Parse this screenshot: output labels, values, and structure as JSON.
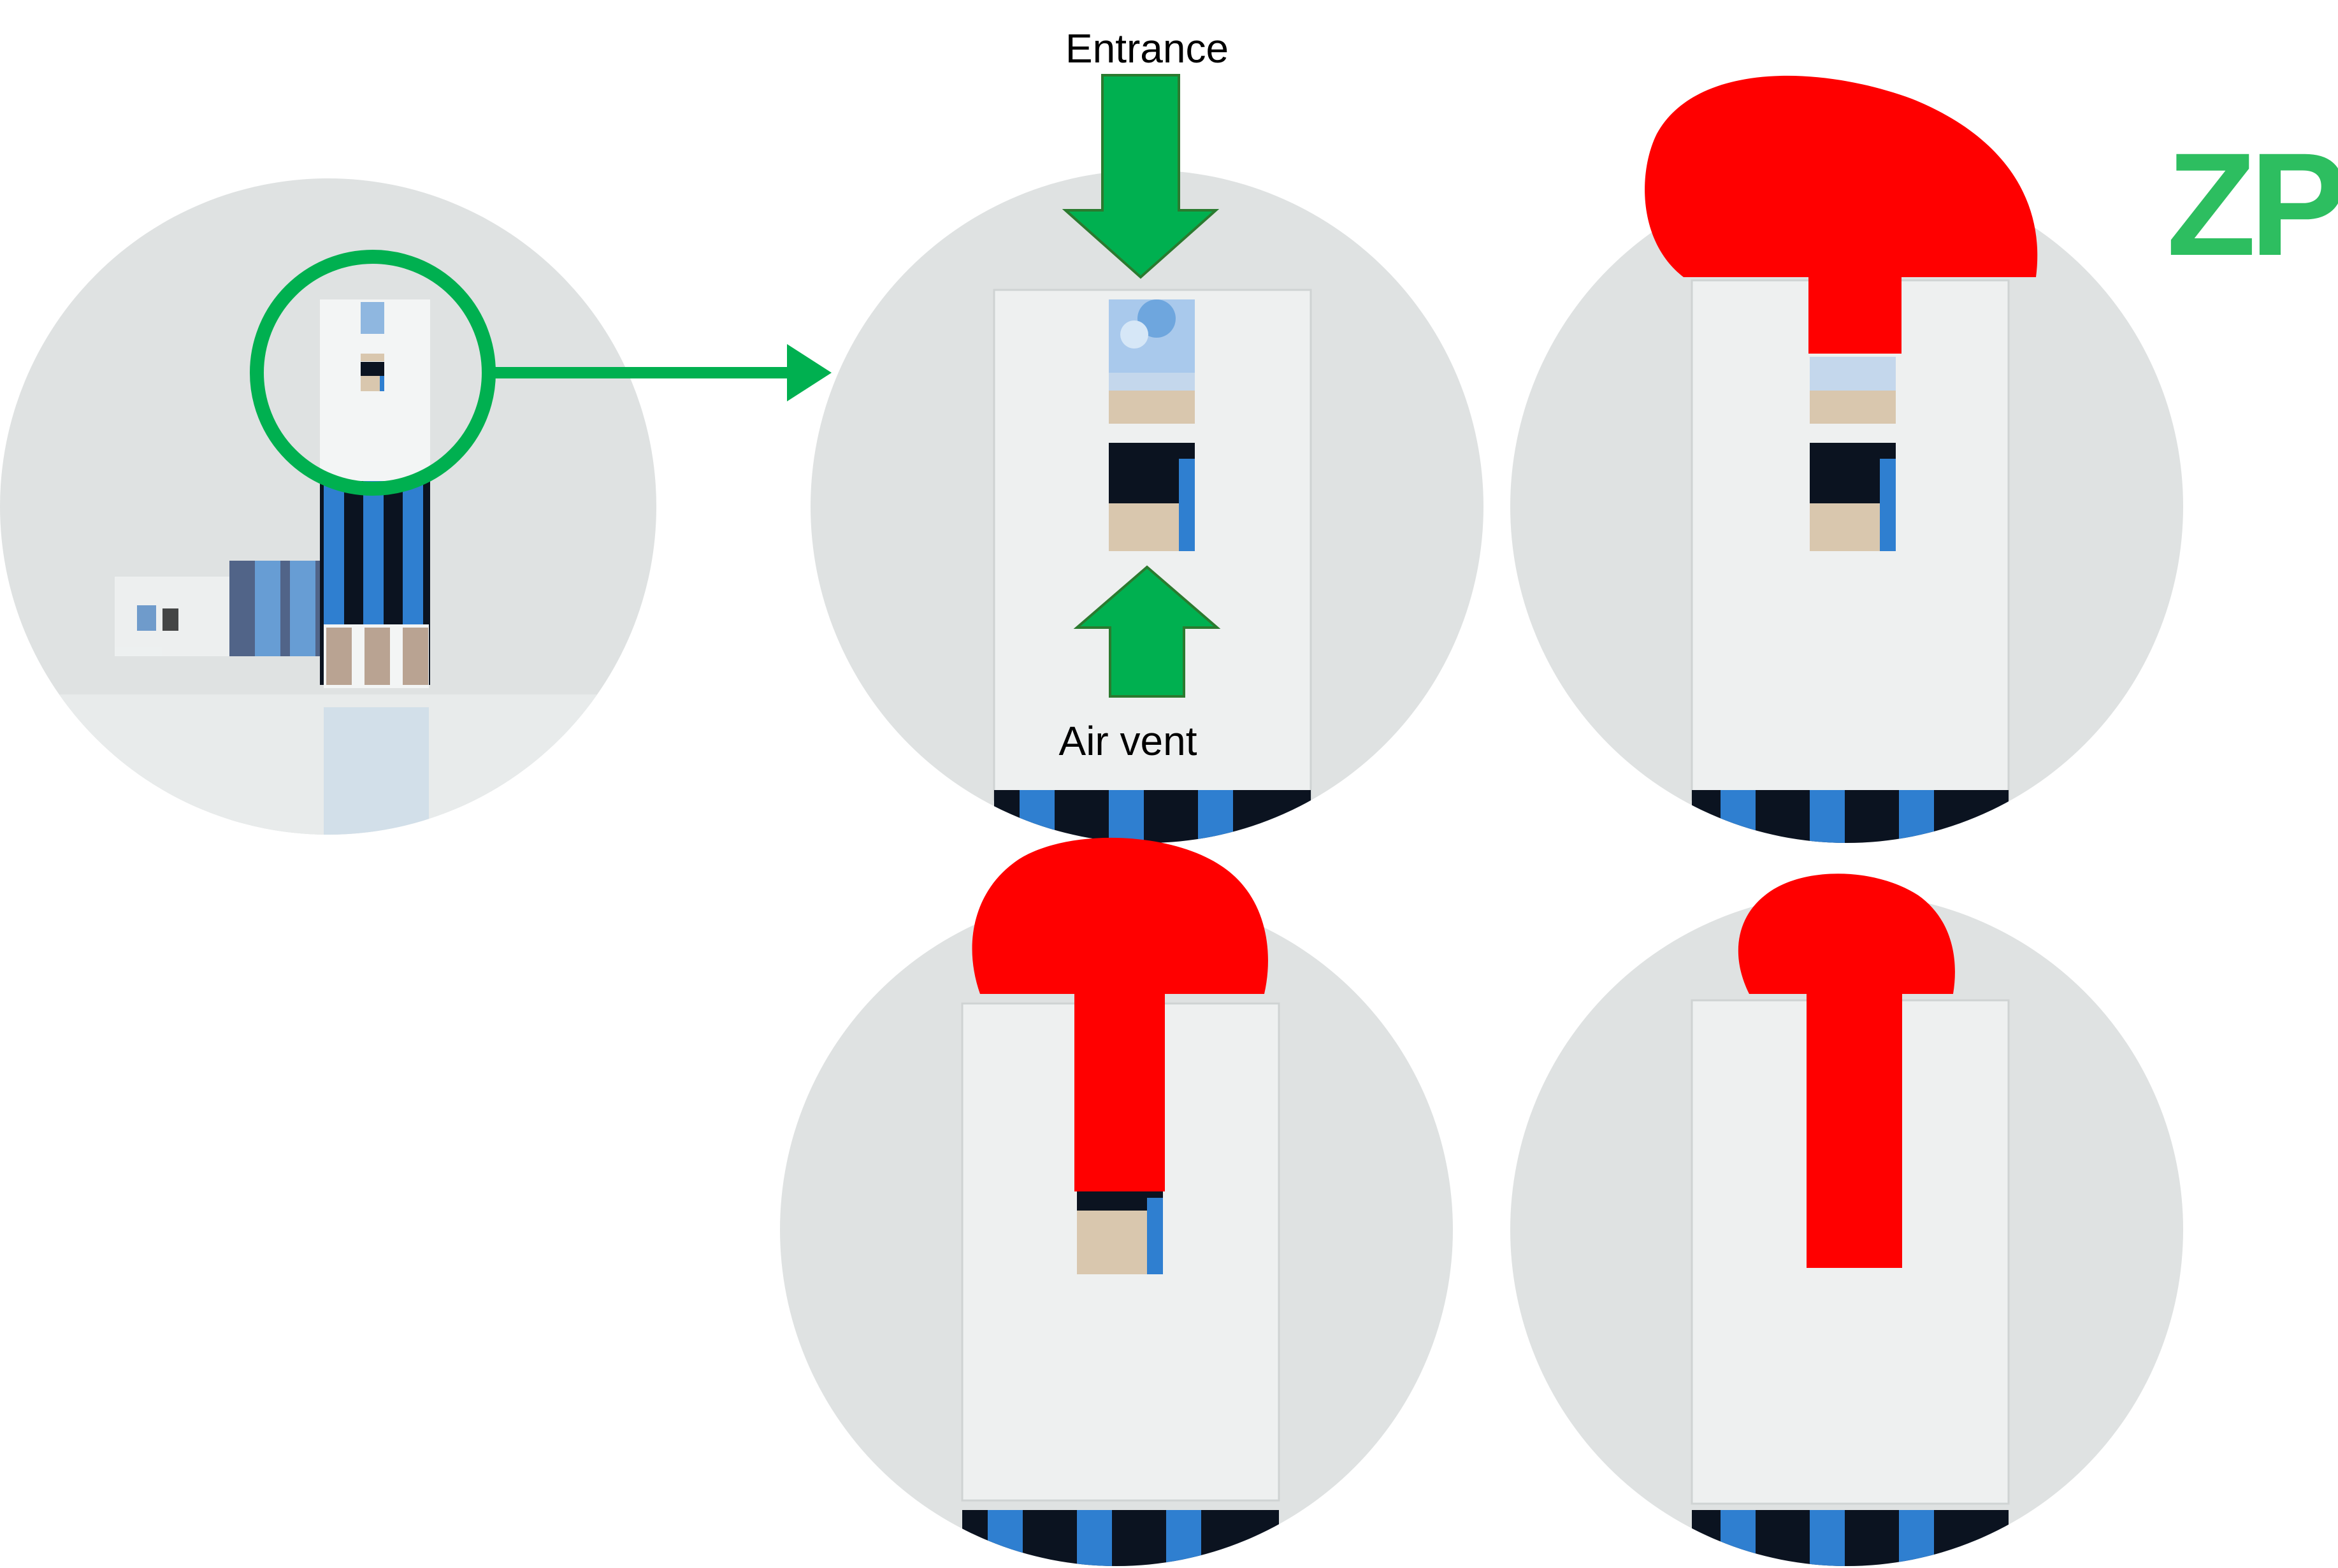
{
  "labels": {
    "entrance": "Entrance",
    "air_vent": "Air vent"
  },
  "logo": {
    "text": "ZP",
    "color": "#2dbe60"
  },
  "colors": {
    "background": "#ffffff",
    "disc": "#dfe2e2",
    "strip_face": "#eef0f0",
    "strip_blue": "#2f7fd0",
    "strip_dark": "#0b1320",
    "sensor_foam": "#d9c7ae",
    "contact_pad": "#b9a392",
    "green_accent": "#00b050",
    "green_outline": "#2b7a2f",
    "blood_red": "#ff0000"
  },
  "icons": {
    "entrance_arrow": "arrow-down-icon",
    "air_vent_arrow": "arrow-up-icon",
    "zoom_arrow": "arrow-right-icon",
    "highlight": "circle-outline-icon"
  },
  "panels": [
    {
      "name": "overview-panel",
      "content": "test strip with highlighted tip"
    },
    {
      "name": "closeup-panel",
      "content": "empty capillary"
    },
    {
      "name": "fill-stage-1-panel",
      "content": "blood drop entering"
    },
    {
      "name": "fill-stage-2-panel",
      "content": "blood partially filled"
    },
    {
      "name": "fill-stage-3-panel",
      "content": "blood fully filled"
    }
  ]
}
